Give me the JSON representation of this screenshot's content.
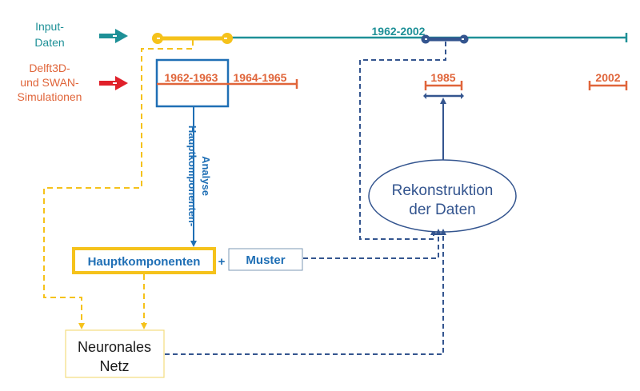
{
  "legend": {
    "input_data": {
      "line1": "Input-",
      "line2": "Daten",
      "color": "#1e9097"
    },
    "simulations": {
      "line1": "Delft3D-",
      "line2": "und SWAN-",
      "line3": "Simulationen",
      "color": "#e0653a",
      "arrow_color": "#e0202a"
    }
  },
  "timeline_top": {
    "label": "1962-2002",
    "color": "#1e9097",
    "highlight_color": "#f5c21b",
    "marker_color": "#34558f"
  },
  "timeline_sim": {
    "segment1": "1962-1963",
    "segment2": "1964-1965",
    "year_1985": "1985",
    "year_2002": "2002",
    "color": "#e0653a"
  },
  "pca_box": {
    "border_color": "#1f6fb5"
  },
  "pca_arrow": {
    "line1": "Hauptkomponenten-",
    "line2": "Analyse"
  },
  "boxes": {
    "principal_components": "Hauptkomponenten",
    "plus": "+",
    "patterns": "Muster",
    "neural_net_line1": "Neuronales",
    "neural_net_line2": "Netz"
  },
  "reconstruction": {
    "line1": "Rekonstruktion",
    "line2": "der Daten"
  },
  "colors": {
    "yellow": "#f5c21b",
    "blue": "#1f6fb5",
    "navy": "#34558f",
    "teal": "#1e9097",
    "orange": "#e0653a",
    "red": "#e0202a"
  }
}
